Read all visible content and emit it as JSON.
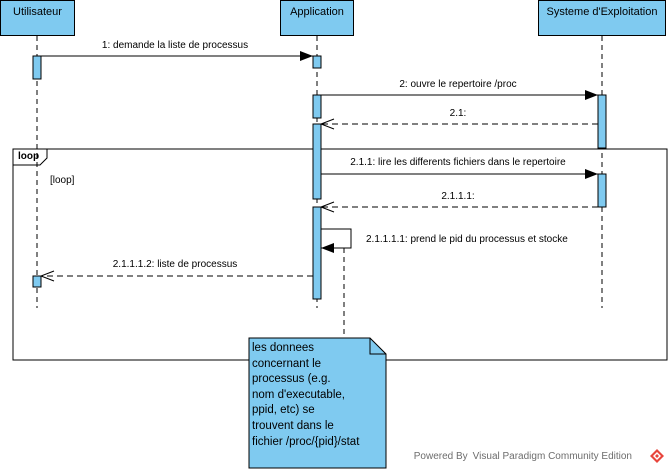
{
  "lifelines": [
    {
      "name": "Utilisateur"
    },
    {
      "name": "Application"
    },
    {
      "name": "Systeme d'Exploitation"
    }
  ],
  "messages": [
    {
      "label": "1: demande la liste de processus",
      "kind": "sync"
    },
    {
      "label": "2: ouvre le repertoire /proc",
      "kind": "sync"
    },
    {
      "label": "2.1:",
      "kind": "return"
    },
    {
      "label": "2.1.1: lire les differents fichiers dans le repertoire",
      "kind": "sync"
    },
    {
      "label": "2.1.1.1:",
      "kind": "return"
    },
    {
      "label": "2.1.1.1.1: prend le pid du processus et stocke",
      "kind": "self"
    },
    {
      "label": "2.1.1.1.2: liste de processus",
      "kind": "return"
    }
  ],
  "fragment": {
    "operator": "loop",
    "guard": "[loop]"
  },
  "note": {
    "lines": [
      "les donnees",
      "concernant le",
      "processus (e.g.",
      "nom d'executable,",
      "ppid, etc) se",
      "trouvent dans le",
      "fichier /proc/{pid}/stat"
    ]
  },
  "footer": {
    "text": "Powered By Visual Paradigm Community Edition"
  },
  "colors": {
    "lifeline_head": "#7fcaf0",
    "activation": "#7fcaf0",
    "note_fill": "#7fcaf0",
    "logo": "#e8453c"
  }
}
